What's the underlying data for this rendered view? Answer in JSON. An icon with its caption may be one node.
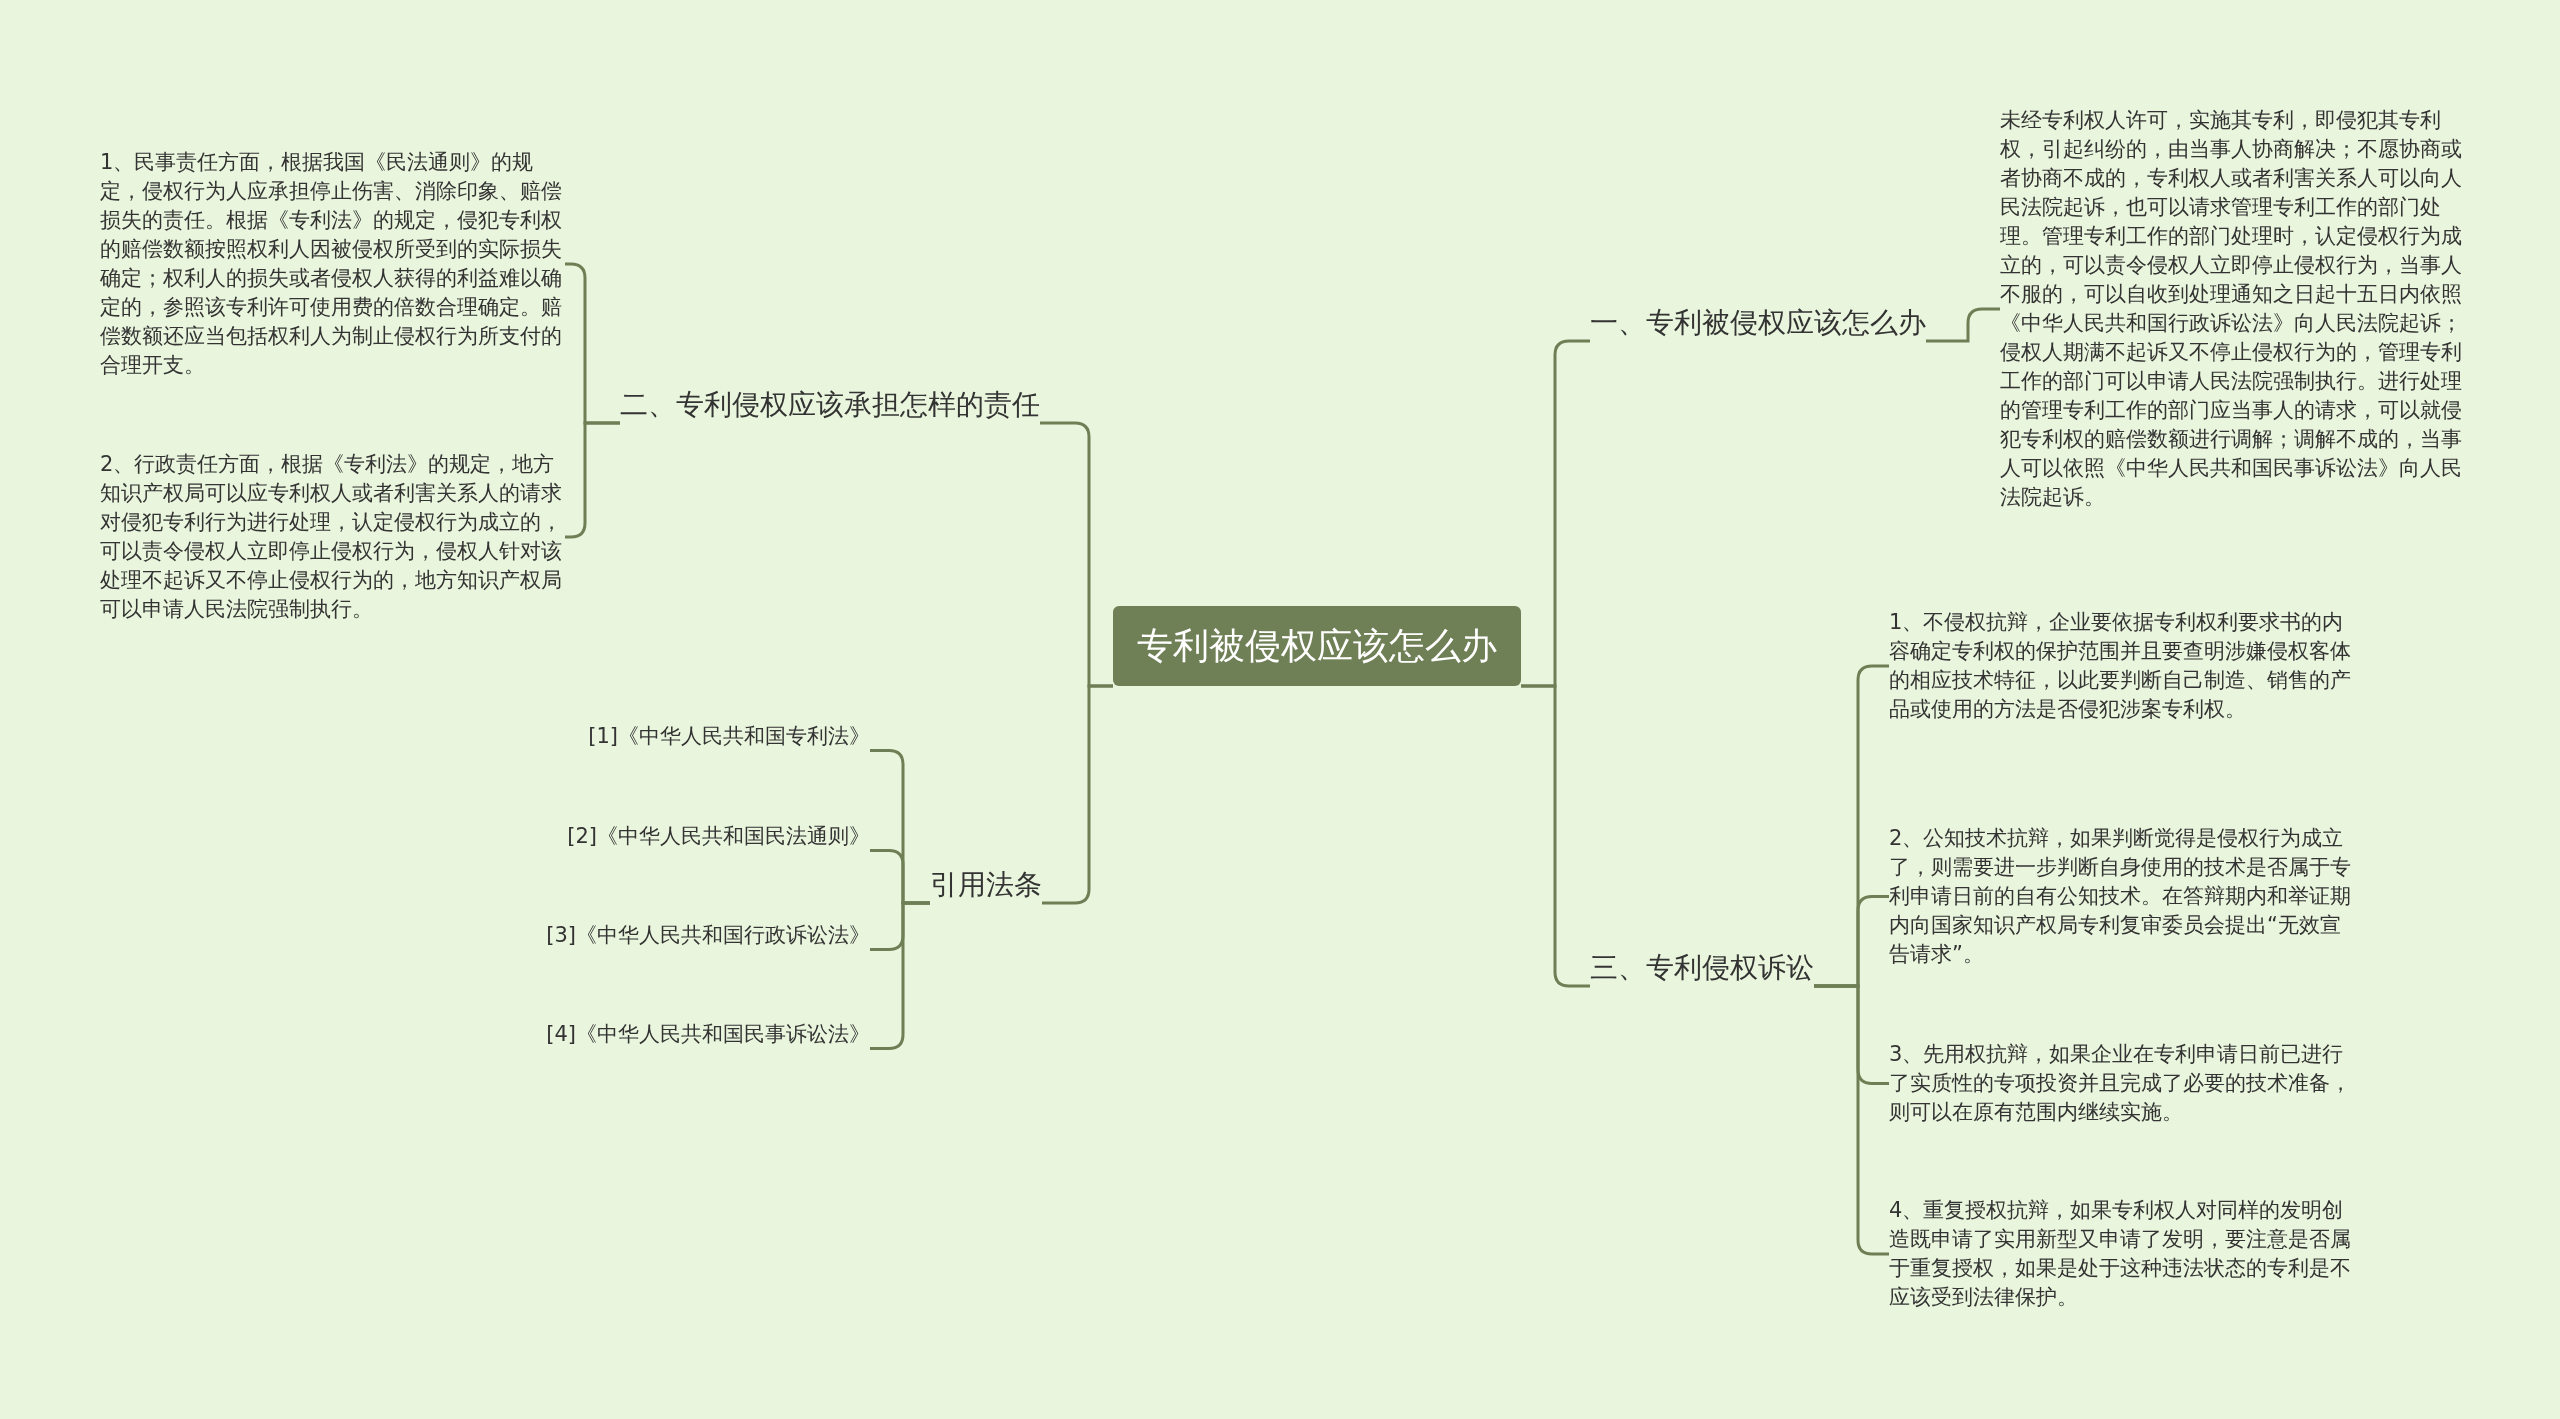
{
  "diagram": {
    "nodes": [
      {
        "text": [
          "专利被侵权应该怎么办"
        ]
      },
      {
        "text": [
          "一、专利被侵权应该怎么办"
        ]
      },
      {
        "text": [
          "未经专利权人许可，实施其专利，即侵犯其专利权，引起纠纷的，由当事人协商解决；不愿协商或者协商不成的，专利权人或者利害关系人可以向人民法院起诉，也可以请求管理专利工作的部门处理。管理专利工作的部门处理时，认定侵权行为成立的，可以责令侵权人立即停止侵权行为，当事人不服的，可以自收到处理通知之日起十五日内依照《中华人民共和国行政诉讼法》向人民法院起诉；侵权人期满不起诉又不停止侵权行为的，管理专利工作的部门可以申请人民法院强制执行。进行处理的管理专利工作的部门应当事人的请求，可以就侵犯专利权的赔偿数额进行调解；调解不成的，当事人可以依照《中华人民共和国民事诉讼法》向人民法院起诉。"
        ]
      },
      {
        "text": [
          "二、专利侵权应该承担怎样的责任"
        ]
      },
      {
        "text": [
          "1、民事责任方面，根据我国《民法通则》的规定，侵权行为人应承担停止伤害、消除印象、赔偿损失的责任。根据《专利法》的规定，侵犯专利权的赔偿数额按照权利人因被侵权所受到的实际损失确定；权利人的损失或者侵权人获得的利益难以确定的，参照该专利许可使用费的倍数合理确定。赔偿数额还应当包括权利人为制止侵权行为所支付的合理开支。"
        ]
      },
      {
        "text": [
          "2、行政责任方面，根据《专利法》的规定，地方知识产权局可以应专利权人或者利害关系人的请求对侵犯专利行为进行处理，认定侵权行为成立的，可以责令侵权人立即停止侵权行为，侵权人针对该处理不起诉又不停止侵权行为的，地方知识产权局可以申请人民法院强制执行。"
        ]
      },
      {
        "text": [
          "三、专利侵权诉讼"
        ]
      },
      {
        "text": [
          "1、不侵权抗辩，企业要依据专利权利要求书的内容确定专利权的保护范围并且要查明涉嫌侵权客体的相应技术特征，以此要判断自己制造、销售的产品或使用的方法是否侵犯涉案专利权。"
        ]
      },
      {
        "text": [
          "2、公知技术抗辩，如果判断觉得是侵权行为成立了，则需要进一步判断自身使用的技术是否属于专利申请日前的自有公知技术。在答辩期内和举证期内向国家知识产权局专利复审委员会提出“无效宣告请求”。"
        ]
      },
      {
        "text": [
          "3、先用权抗辩，如果企业在专利申请日前已进行了实质性的专项投资并且完成了必要的技术准备，则可以在原有范围内继续实施。"
        ]
      },
      {
        "text": [
          "4、重复授权抗辩，如果专利权人对同样的发明创造既申请了实用新型又申请了发明，要注意是否属于重复授权，如果是处于这种违法状态的专利是不应该受到法律保护。"
        ]
      },
      {
        "text": [
          "引用法条"
        ]
      },
      {
        "text": [
          "[1]《中华人民共和国专利法》"
        ]
      },
      {
        "text": [
          "[2]《中华人民共和国民法通则》"
        ]
      },
      {
        "text": [
          "[3]《中华人民共和国行政诉讼法》"
        ]
      },
      {
        "text": [
          "[4]《中华人民共和国民事诉讼法》"
        ]
      }
    ],
    "edges": [
      {
        "from": 0,
        "to": 1,
        "arrow": "none"
      },
      {
        "from": 1,
        "to": 2,
        "arrow": "none"
      },
      {
        "from": 0,
        "to": 3,
        "arrow": "none"
      },
      {
        "from": 3,
        "to": 4,
        "arrow": "none"
      },
      {
        "from": 3,
        "to": 5,
        "arrow": "none"
      },
      {
        "from": 0,
        "to": 6,
        "arrow": "none"
      },
      {
        "from": 6,
        "to": 7,
        "arrow": "none"
      },
      {
        "from": 6,
        "to": 8,
        "arrow": "none"
      },
      {
        "from": 6,
        "to": 9,
        "arrow": "none"
      },
      {
        "from": 6,
        "to": 10,
        "arrow": "none"
      },
      {
        "from": 0,
        "to": 11,
        "arrow": "none"
      },
      {
        "from": 11,
        "to": 12,
        "arrow": "none"
      },
      {
        "from": 11,
        "to": 13,
        "arrow": "none"
      },
      {
        "from": 11,
        "to": 14,
        "arrow": "none"
      },
      {
        "from": 11,
        "to": 15,
        "arrow": "none"
      }
    ]
  }
}
